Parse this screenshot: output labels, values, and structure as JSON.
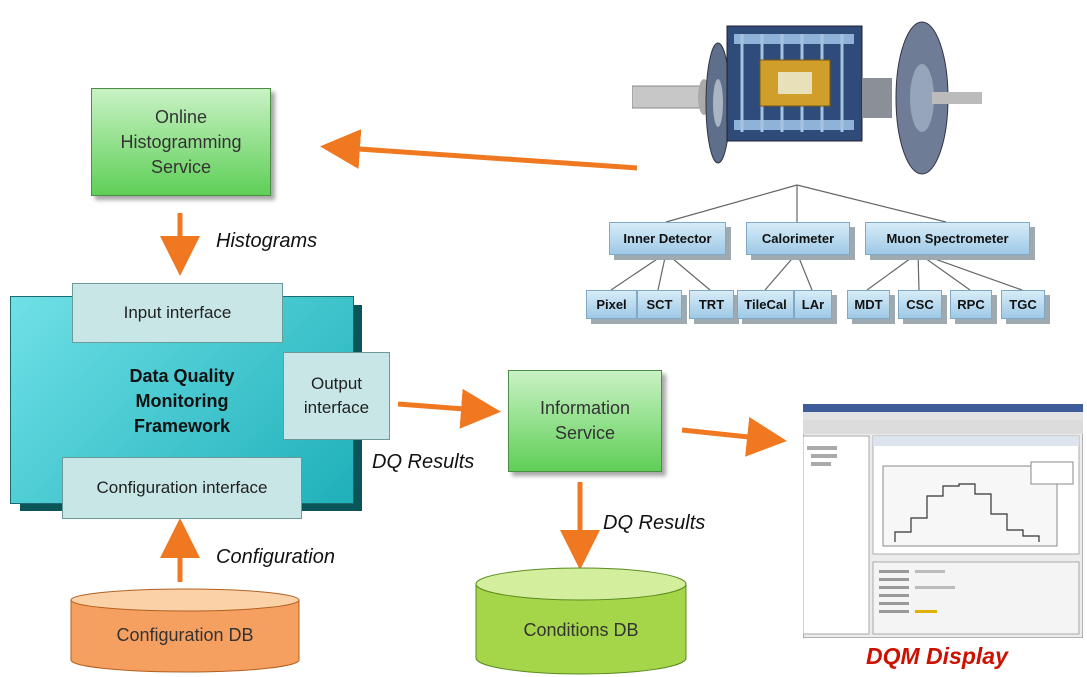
{
  "boxes": {
    "ohs": "Online\nHistogramming\nService",
    "info": "Information\nService"
  },
  "labels": {
    "histograms": "Histograms",
    "dq_results_left": "DQ Results",
    "dq_results_down": "DQ Results",
    "configuration": "Configuration",
    "dqm_display": "DQM Display"
  },
  "framework": {
    "title": "Data Quality\nMonitoring\nFramework",
    "input_interface": "Input interface",
    "output_interface": "Output\ninterface",
    "configuration_interface": "Configuration interface"
  },
  "databases": {
    "configuration_db": "Configuration DB",
    "conditions_db": "Conditions DB"
  },
  "detector_tree": {
    "systems": [
      "Inner Detector",
      "Calorimeter",
      "Muon  Spectrometer"
    ],
    "subsystems": [
      "Pixel",
      "SCT",
      "TRT",
      "TileCal",
      "LAr",
      "MDT",
      "CSC",
      "RPC",
      "TGC"
    ]
  },
  "colors": {
    "arrow": "#f07820",
    "green_box": "#5fcf57",
    "framework_teal": "#2ab5bf",
    "interface_fill": "#c8e6e6",
    "config_db": "#f5a060",
    "conditions_db": "#a5d64a",
    "dqm_display_label": "#cc1100"
  }
}
